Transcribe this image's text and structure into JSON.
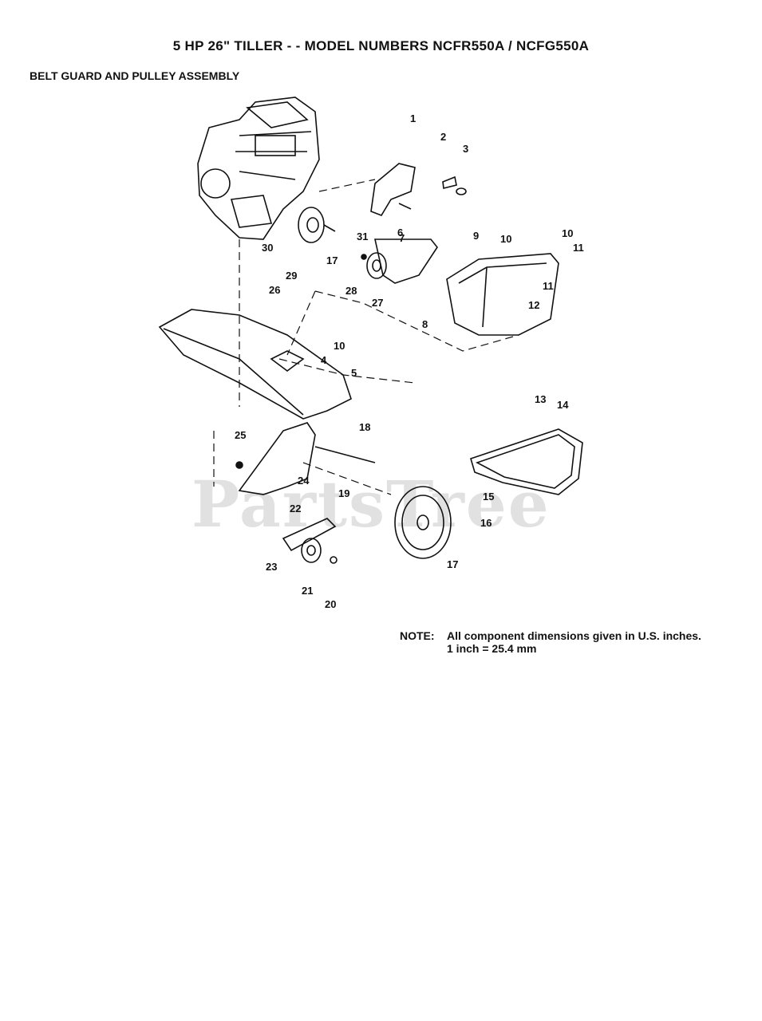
{
  "header": {
    "title": "5 HP  26\"  TILLER - - MODEL NUMBERS NCFR550A / NCFG550A",
    "subtitle": "BELT GUARD AND PULLEY ASSEMBLY"
  },
  "callouts": [
    "1",
    "2",
    "3",
    "6",
    "7",
    "9",
    "10",
    "10",
    "11",
    "11",
    "12",
    "30",
    "17",
    "29",
    "31",
    "28",
    "27",
    "8",
    "26",
    "10",
    "4",
    "5",
    "13",
    "14",
    "18",
    "25",
    "24",
    "19",
    "22",
    "15",
    "16",
    "23",
    "17",
    "21",
    "20"
  ],
  "note": {
    "label": "NOTE:",
    "line1": "All component dimensions given in U.S. inches.",
    "line2": "1 inch = 25.4 mm"
  },
  "watermark": "PartsTree"
}
